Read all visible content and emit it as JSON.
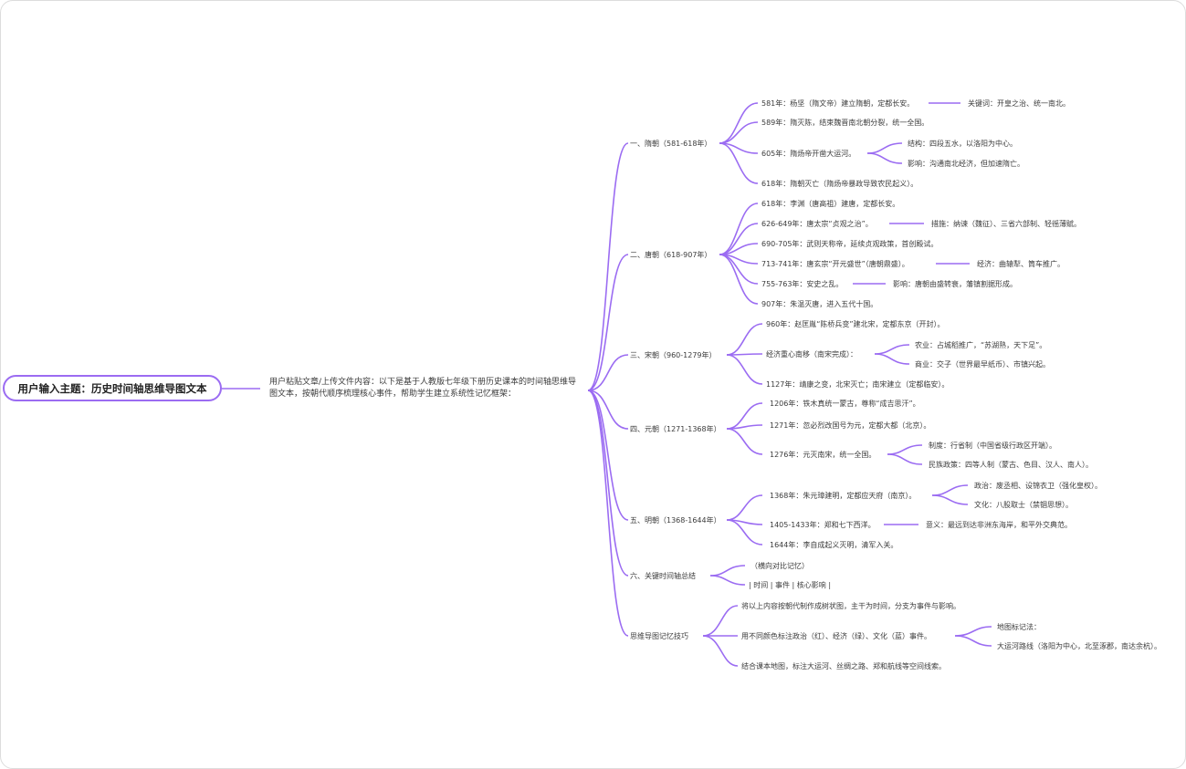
{
  "root": "用户输入主题：历史时间轴思维导图文本",
  "intro": "用户粘贴文章/上传文件内容：以下是基于人教版七年级下册历史课本的时间轴思维导图文本，按朝代顺序梳理核心事件，帮助学生建立系统性记忆框架：",
  "accent": "#9b6cf2",
  "sections": {
    "sui": {
      "title": "一、隋朝（581-618年）",
      "i1": "581年：杨坚（隋文帝）建立隋朝，定都长安。",
      "i1_note": "关键词：开皇之治、统一南北。",
      "i2": "589年：隋灭陈，结束魏晋南北朝分裂，统一全国。",
      "i3": "605年：隋炀帝开凿大运河。",
      "i3_sub1": "结构：四段五水，以洛阳为中心。",
      "i3_sub2": "影响：沟通南北经济，但加速隋亡。",
      "i4": "618年：隋朝灭亡（隋炀帝暴政导致农民起义）。"
    },
    "tang": {
      "title": "二、唐朝（618-907年）",
      "i1": "618年：李渊（唐高祖）建唐，定都长安。",
      "i2": "626-649年：唐太宗“贞观之治”。",
      "i2_note": "措施：纳谏（魏征）、三省六部制、轻徭薄赋。",
      "i3": "690-705年：武则天称帝，延续贞观政策，首创殿试。",
      "i4": "713-741年：唐玄宗“开元盛世”（唐朝鼎盛）。",
      "i4_note": "经济：曲辕犁、筒车推广。",
      "i5": "755-763年：安史之乱。",
      "i5_note": "影响：唐朝由盛转衰，藩镇割据形成。",
      "i6": "907年：朱温灭唐，进入五代十国。"
    },
    "song": {
      "title": "三、宋朝（960-1279年）",
      "i1": "960年：赵匡胤“陈桥兵变”建北宋，定都东京（开封）。",
      "i2": "经济重心南移（南宋完成）：",
      "i2_sub1": "农业：占城稻推广，“苏湖熟，天下足”。",
      "i2_sub2": "商业：交子（世界最早纸币）、市镇兴起。",
      "i3": "1127年：靖康之变，北宋灭亡；南宋建立（定都临安）。"
    },
    "yuan": {
      "title": "四、元朝（1271-1368年）",
      "i1": "1206年：铁木真统一蒙古，尊称“成吉思汗”。",
      "i2": "1271年：忽必烈改国号为元，定都大都（北京）。",
      "i3": "1276年：元灭南宋，统一全国。",
      "i3_sub1": "制度：行省制（中国省级行政区开端）。",
      "i3_sub2": "民族政策：四等人制（蒙古、色目、汉人、南人）。"
    },
    "ming": {
      "title": "五、明朝（1368-1644年）",
      "i1": "1368年：朱元璋建明，定都应天府（南京）。",
      "i1_sub1": "政治：废丞相、设锦衣卫（强化皇权）。",
      "i1_sub2": "文化：八股取士（禁锢思想）。",
      "i2": "1405-1433年：郑和七下西洋。",
      "i2_note": "意义：最远到达非洲东海岸，和平外交典范。",
      "i3": "1644年：李自成起义灭明，清军入关。"
    },
    "summary": {
      "title": "六、关键时间轴总结",
      "i1": "（横向对比记忆）",
      "i2": "| 时间 | 事件 | 核心影响 |"
    },
    "tips": {
      "title": "思维导图记忆技巧",
      "i1": "将以上内容按朝代制作成树状图，主干为时间，分支为事件与影响。",
      "i2": "用不同颜色标注政治（红）、经济（绿）、文化（蓝）事件。",
      "i2_sub1": "地图标记法：",
      "i2_sub2": "大运河路线（洛阳为中心，北至涿郡，南达余杭）。",
      "i3": "结合课本地图，标注大运河、丝绸之路、郑和航线等空间线索。"
    }
  }
}
